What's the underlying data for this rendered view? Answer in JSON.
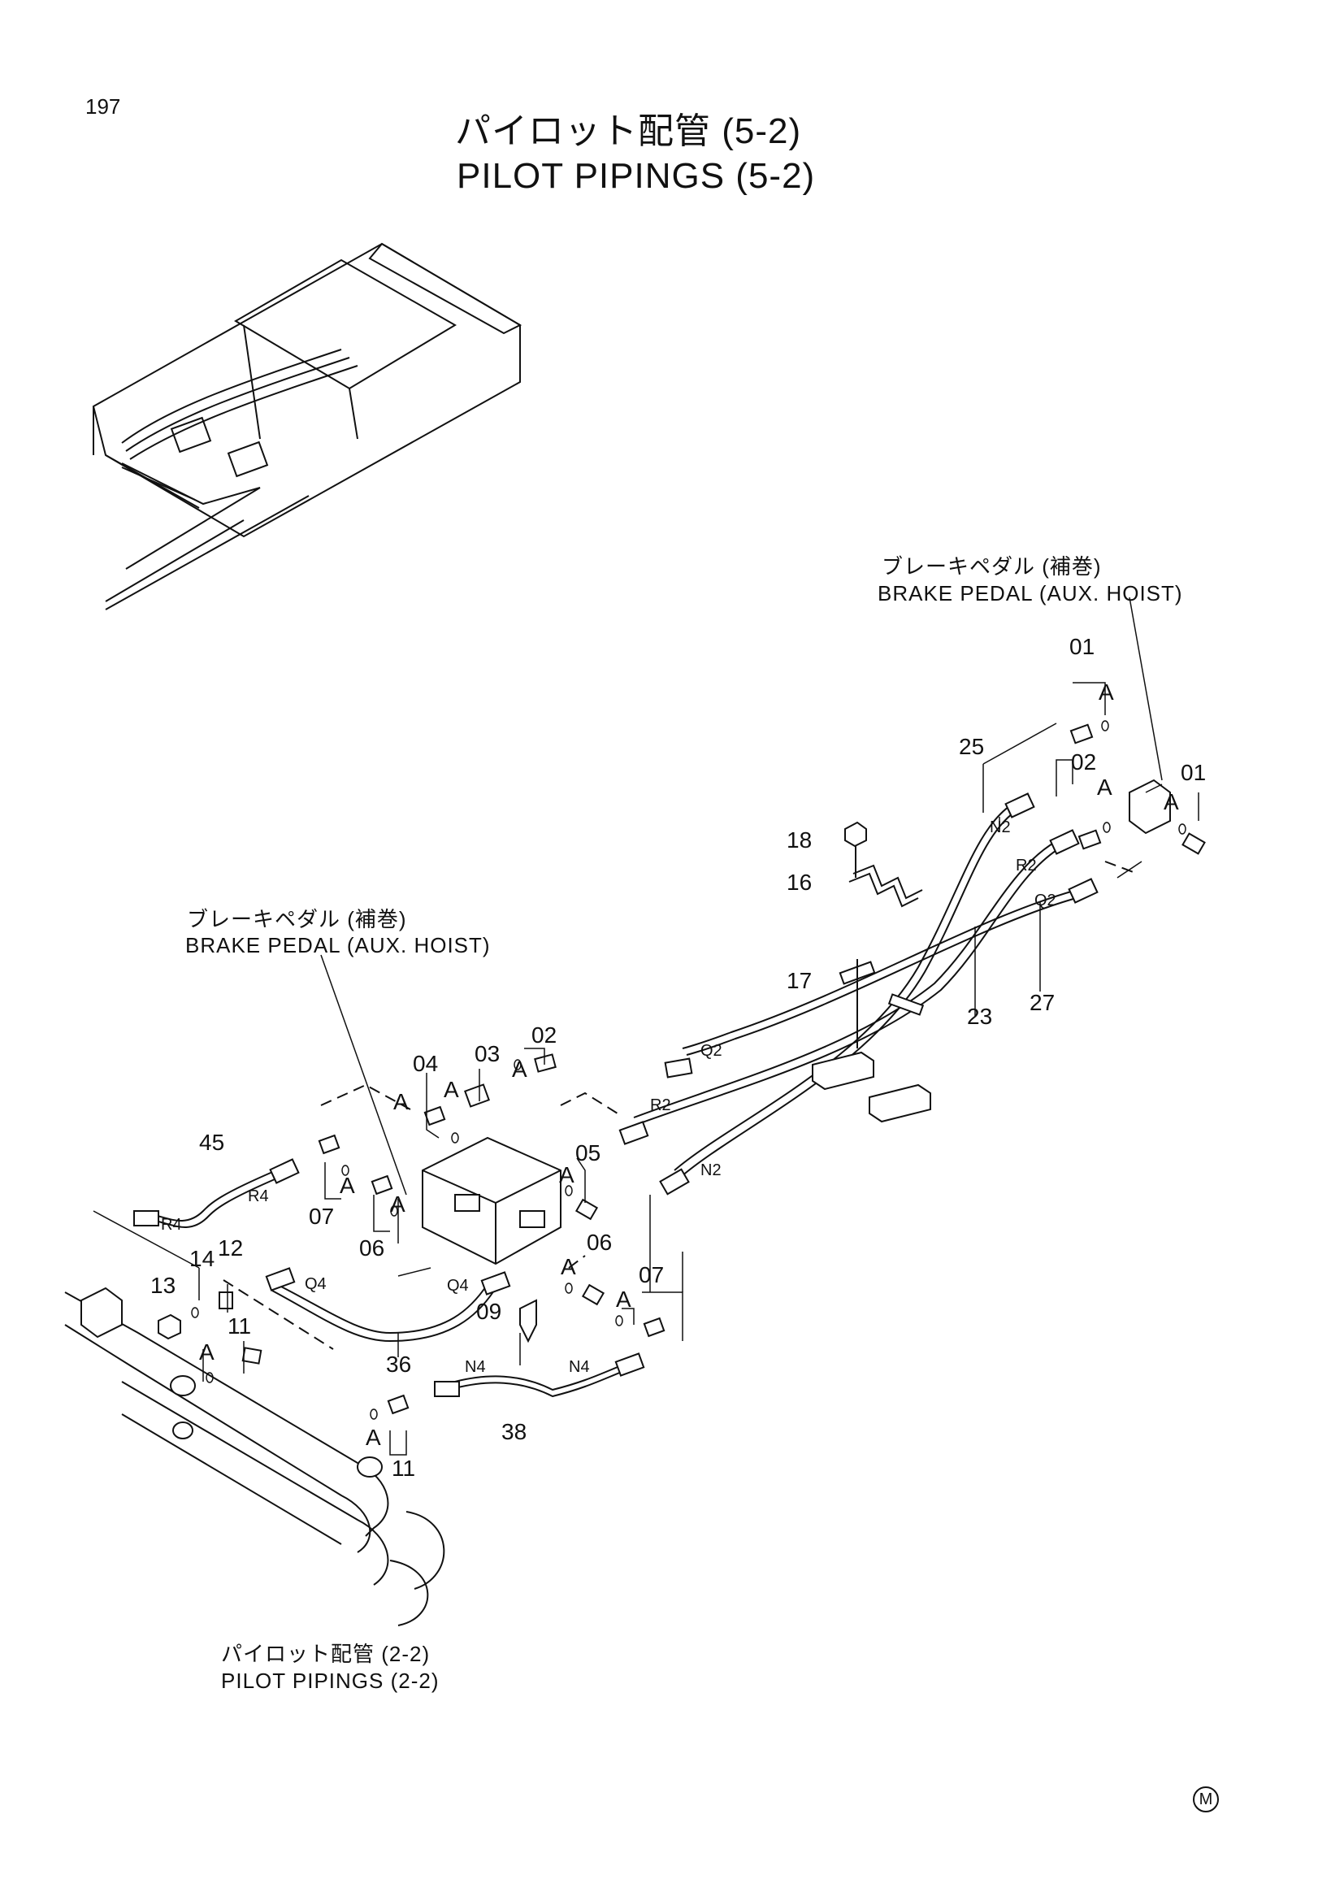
{
  "page_number": "197",
  "title": {
    "jp": "パイロット配管 (5-2)",
    "en": "PILOT PIPINGS (5-2)"
  },
  "captions": {
    "brake_right_jp": "ブレーキペダル (補巻)",
    "brake_right_en": "BRAKE PEDAL (AUX. HOIST)",
    "brake_left_jp": "ブレーキペダル (補巻)",
    "brake_left_en": "BRAKE PEDAL (AUX. HOIST)",
    "pilot_ref_jp": "パイロット配管 (2-2)",
    "pilot_ref_en": "PILOT PIPINGS (2-2)"
  },
  "part_numbers": {
    "p01a": "01",
    "p01b": "01",
    "p02a": "02",
    "p02b": "02",
    "p03": "03",
    "p04": "04",
    "p05": "05",
    "p06a": "06",
    "p06b": "06",
    "p07a": "07",
    "p07b": "07",
    "p09": "09",
    "p11a": "11",
    "p11b": "11",
    "p12": "12",
    "p13": "13",
    "p14": "14",
    "p16": "16",
    "p17": "17",
    "p18": "18",
    "p23": "23",
    "p25": "25",
    "p27": "27",
    "p36": "36",
    "p38": "38",
    "p45": "45"
  },
  "port_labels": {
    "n2a": "N2",
    "n2b": "N2",
    "r2a": "R2",
    "r2b": "R2",
    "q2a": "Q2",
    "q2b": "Q2",
    "r4a": "R4",
    "r4b": "R4",
    "q4a": "Q4",
    "q4b": "Q4",
    "n4a": "N4",
    "n4b": "N4"
  },
  "detail_marker": "A",
  "footer_mark": "M"
}
